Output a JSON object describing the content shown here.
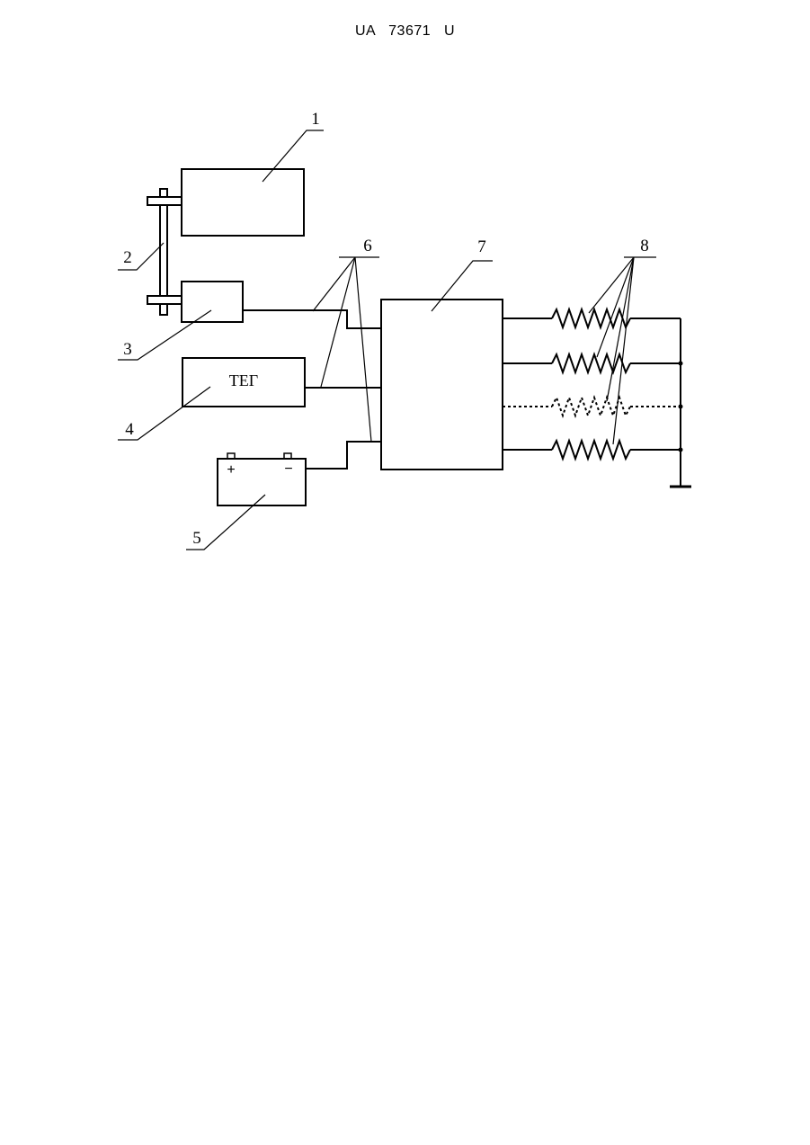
{
  "header": {
    "document_id": "UA   73671   U"
  },
  "diagram": {
    "callouts": {
      "c1": "1",
      "c2": "2",
      "c3": "3",
      "c4": "4",
      "c5": "5",
      "c6": "6",
      "c7": "7",
      "c8": "8"
    },
    "generator_label": "ТЕГ",
    "battery_plus": "+",
    "battery_minus": "−"
  }
}
